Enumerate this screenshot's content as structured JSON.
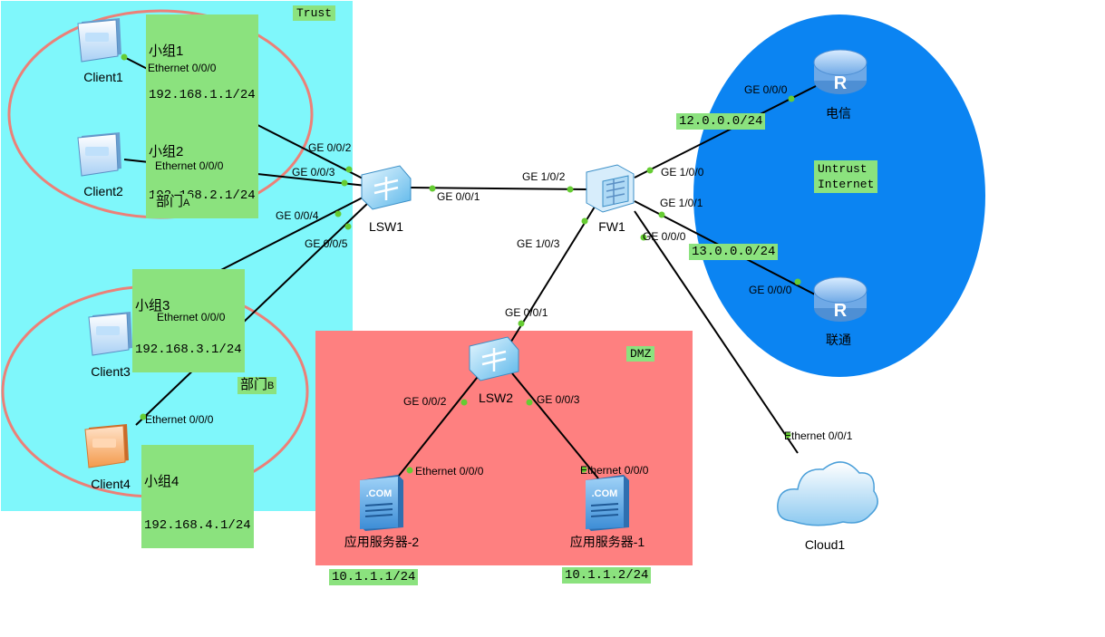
{
  "zones": {
    "trust": "Trust",
    "dmz": "DMZ",
    "untrust_line1": "Untrust",
    "untrust_line2": "Internet"
  },
  "devices": {
    "client1": "Client1",
    "client2": "Client2",
    "client3": "Client3",
    "client4": "Client4",
    "lsw1": "LSW1",
    "lsw2": "LSW2",
    "fw1": "FW1",
    "dianxin": "电信",
    "liantong": "联通",
    "server2": "应用服务器-2",
    "server1": "应用服务器-1",
    "cloud1": "Cloud1"
  },
  "groups": {
    "g1_name": "小组1",
    "g1_ip": "192.168.1.1/24",
    "g2_name": "小组2",
    "g2_ip": "192.168.2.1/24",
    "g3_name": "小组3",
    "g3_ip": "192.168.3.1/24",
    "g4_name": "小组4",
    "g4_ip": "192.168.4.1/24"
  },
  "departments": {
    "a_text": "部门",
    "a_letter": "A",
    "b_text": "部门",
    "b_letter": "B"
  },
  "networks": {
    "dianxin_net": "12.0.0.0/24",
    "liantong_net": "13.0.0.0/24",
    "server2_ip": "10.1.1.1/24",
    "server1_ip": "10.1.1.2/24"
  },
  "ports": {
    "c1_eth": "Ethernet 0/0/0",
    "c2_eth": "Ethernet 0/0/0",
    "c3_eth": "Ethernet 0/0/0",
    "c4_eth": "Ethernet 0/0/0",
    "lsw1_g2": "GE 0/0/2",
    "lsw1_g3": "GE 0/0/3",
    "lsw1_g4": "GE 0/0/4",
    "lsw1_g5": "GE 0/0/5",
    "lsw1_g1": "GE 0/0/1",
    "fw1_g102": "GE 1/0/2",
    "fw1_g103": "GE 1/0/3",
    "fw1_g100": "GE 1/0/0",
    "fw1_g101": "GE 1/0/1",
    "fw1_g000": "GE 0/0/0",
    "r1_g000": "GE 0/0/0",
    "r2_g000": "GE 0/0/0",
    "lsw2_g1": "GE 0/0/1",
    "lsw2_g2": "GE 0/0/2",
    "lsw2_g3": "GE 0/0/3",
    "s2_eth": "Ethernet 0/0/0",
    "s1_eth": "Ethernet 0/0/0",
    "cloud_eth": "Ethernet 0/0/1"
  },
  "colors": {
    "trust_zone": "#7ff7fb",
    "dmz_zone": "#fe8080",
    "untrust_zone": "#0b84f2",
    "dept_ellipse": "#ec8078",
    "label_bg": "#8be27e",
    "port_dot": "#66cc33"
  }
}
